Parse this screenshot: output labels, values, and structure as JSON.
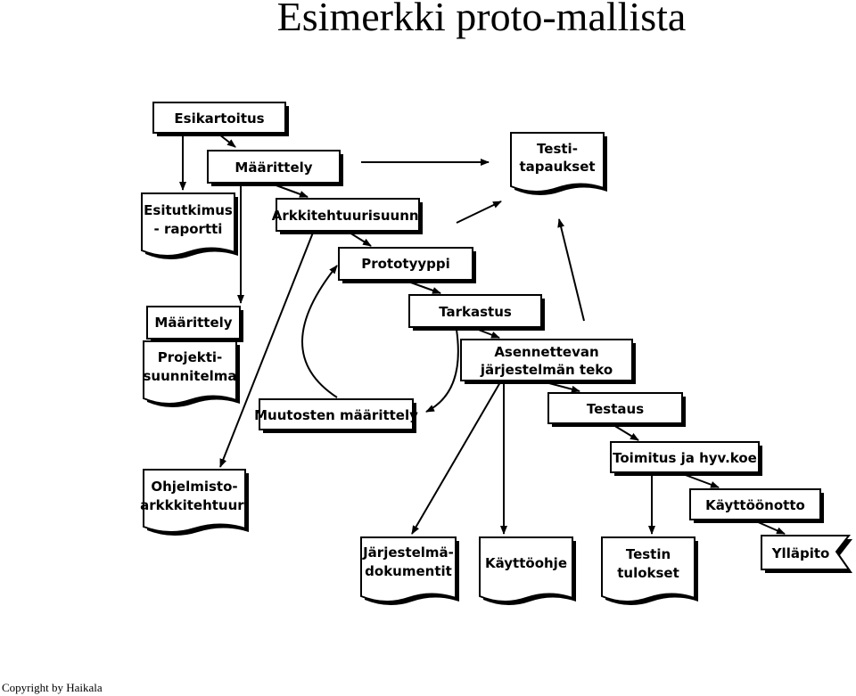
{
  "title": "Esimerkki proto-mallista",
  "copyright": "Copyright by Haikala",
  "diagram": {
    "processes": {
      "esikartoitus": "Esikartoitus",
      "maarittely": "Määrittely",
      "arkkitehtuuri": "Arkkitehtuurisuunn.",
      "prototyyppi": "Prototyyppi",
      "tarkastus": "Tarkastus",
      "asennettevan_1": "Asennettevan",
      "asennettevan_2": "järjestelmän teko",
      "muutosten": "Muutosten määrittely",
      "testaus": "Testaus",
      "toimitus": "Toimitus ja hyv.koe",
      "kayttoonotto": "Käyttöönotto",
      "yllapito": "Ylläpito"
    },
    "documents": {
      "testitapaukset_1": "Testi-",
      "testitapaukset_2": "tapaukset",
      "esitutkimus_1": "Esitutkimus",
      "esitutkimus_2": "- raportti",
      "maarittely_doc": "Määrittely",
      "projekti_1": "Projekti-",
      "projekti_2": "suunnitelma",
      "ohjelmisto_1": "Ohjelmisto-",
      "ohjelmisto_2": "arkkkitehtuuri",
      "jarjestelma_1": "Järjestelmä-",
      "jarjestelma_2": "dokumentit",
      "kayttoohje": "Käyttöohje",
      "testin_1": "Testin",
      "testin_2": "tulokset"
    }
  }
}
